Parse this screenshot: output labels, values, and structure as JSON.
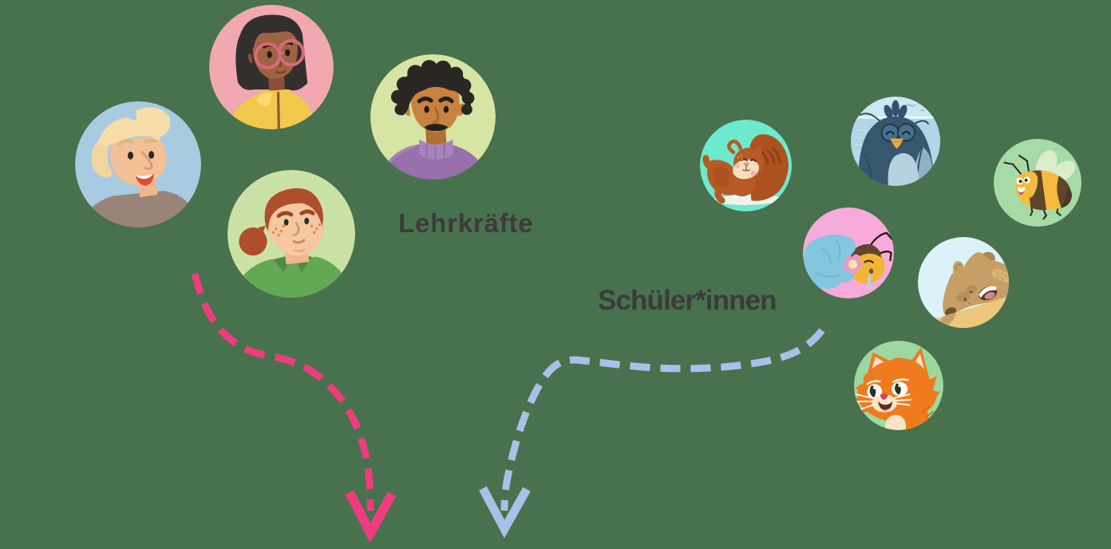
{
  "page": {
    "background_color": "#48714D",
    "text_color": "#3B3B3B"
  },
  "teachers": {
    "label": "Lehrkräfte",
    "arrow_color": "#EE3C7F",
    "avatars": {
      "blond_man": {
        "name": "blond man",
        "bg": "#A8CBE1"
      },
      "woman_with_glasses": {
        "name": "woman with glasses",
        "bg": "#F1A8B1"
      },
      "curly_haired_man": {
        "name": "man with curly hair and mustache",
        "bg": "#D6E5A3"
      },
      "red_haired_person": {
        "name": "red haired person with freckles",
        "bg": "#CBE2A7"
      }
    }
  },
  "students": {
    "label": "Schüler*innen",
    "arrow_color": "#A9C0E8",
    "avatars": {
      "squirrel": {
        "name": "stretching squirrel",
        "bg": "#6DE9CE"
      },
      "bird": {
        "name": "bird with glasses",
        "bg": "#C9E8F4"
      },
      "bee": {
        "name": "happy bee",
        "bg": "#A6DBA8"
      },
      "sleeping_bee": {
        "name": "sleeping bee under blanket",
        "bg": "#F8ABDB"
      },
      "bear": {
        "name": "yawning bear",
        "bg": "#DCF2F8"
      },
      "cat": {
        "name": "orange cat",
        "bg": "#9ED8A1"
      }
    }
  }
}
